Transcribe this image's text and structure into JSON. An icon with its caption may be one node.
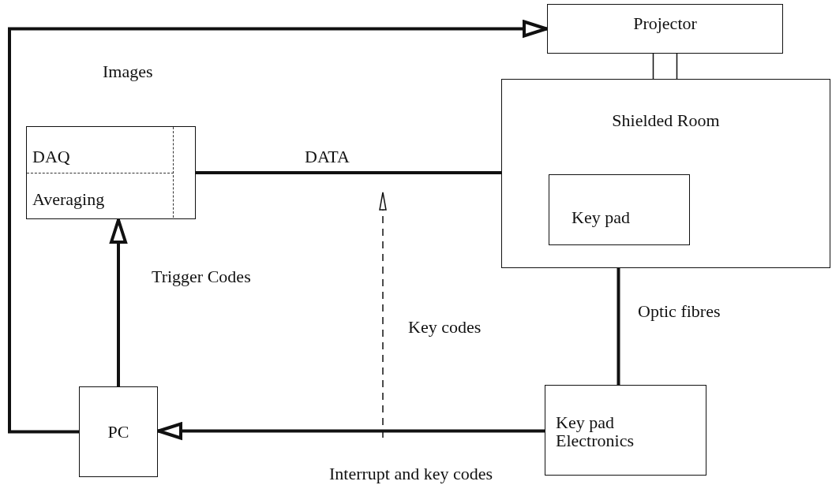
{
  "diagram": {
    "nodes": [
      {
        "text": [
          "Projector"
        ]
      },
      {
        "text": [
          "Shielded Room"
        ]
      },
      {
        "text": [
          "Key pad"
        ],
        "in": 1
      },
      {
        "text": [
          "DAQ",
          "Averaging"
        ]
      },
      {
        "text": [
          "PC"
        ]
      },
      {
        "text": [
          "Key pad Electronics"
        ]
      }
    ],
    "edges": [
      {
        "from": 4,
        "to": 0,
        "arrow": "to",
        "label": "Images"
      },
      {
        "from": 3,
        "to": 1,
        "arrow": "none",
        "label": "DATA"
      },
      {
        "from": 4,
        "to": 3,
        "arrow": "to",
        "label": "Trigger Codes"
      },
      {
        "from": 2,
        "to": 5,
        "arrow": "none",
        "label": "Optic fibres"
      },
      {
        "from": 5,
        "to": 4,
        "arrow": "to",
        "label": "Interrupt and key codes"
      },
      {
        "from": 0,
        "to": 1,
        "arrow": "none"
      }
    ],
    "labels": [
      "Key codes"
    ]
  }
}
